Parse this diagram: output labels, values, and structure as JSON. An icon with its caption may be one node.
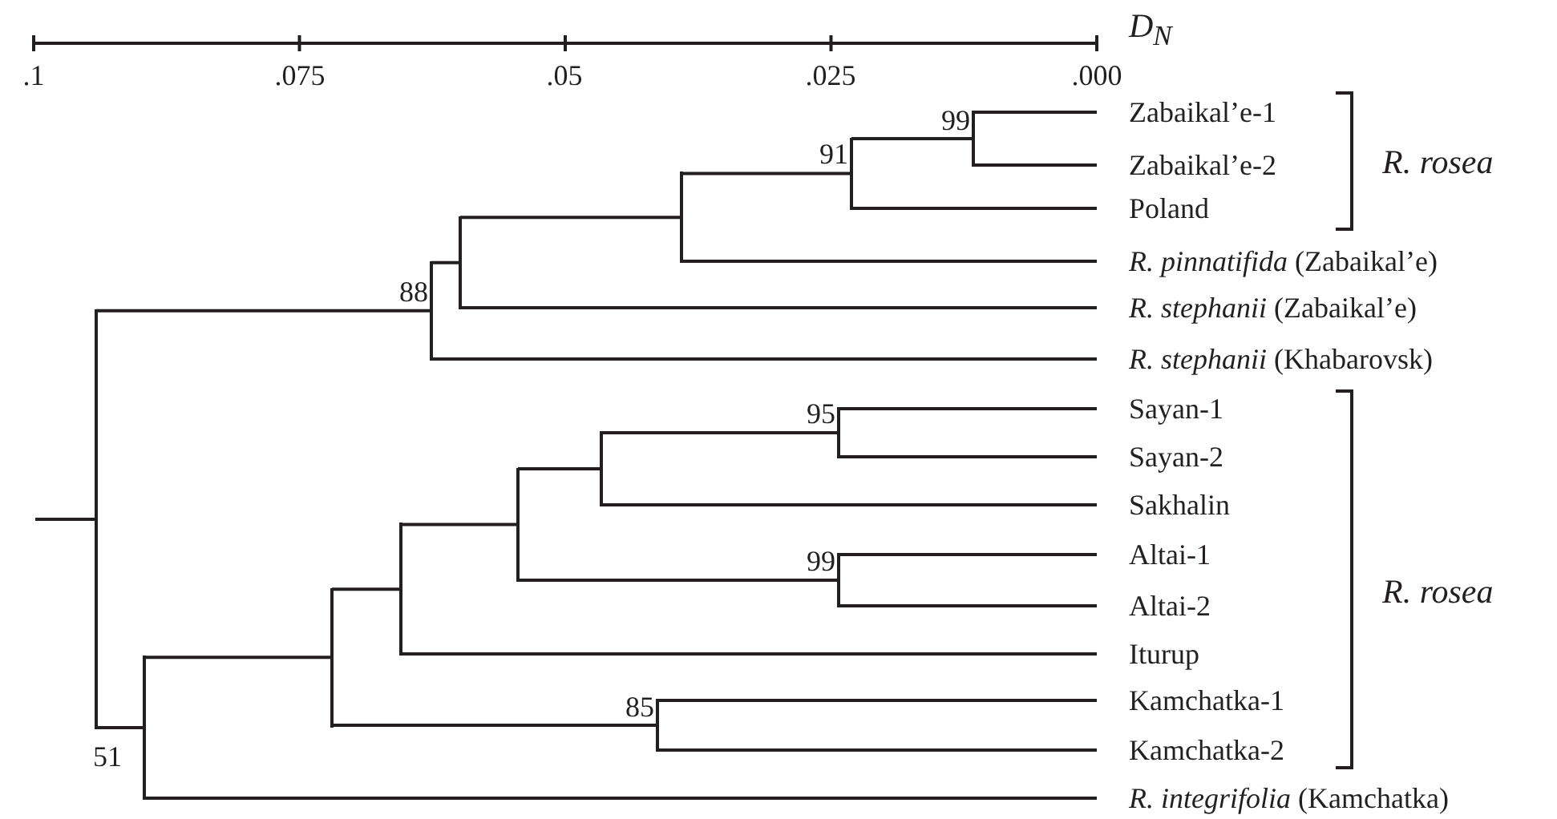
{
  "diagram": {
    "nodes": [
      {
        "text": [
          "Zabaikal’e-1"
        ]
      },
      {
        "text": [
          "Zabaikal’e-2"
        ]
      },
      {
        "text": [
          "Poland"
        ]
      },
      {
        "text": [
          "*R. pinnatifida* (Zabaikal’e)"
        ]
      },
      {
        "text": [
          "*R. stephanii* (Zabaikal’e)"
        ]
      },
      {
        "text": [
          "*R. stephanii* (Khabarovsk)"
        ]
      },
      {
        "text": [
          "Sayan-1"
        ]
      },
      {
        "text": [
          "Sayan-2"
        ]
      },
      {
        "text": [
          "Sakhalin"
        ]
      },
      {
        "text": [
          "Altai-1"
        ]
      },
      {
        "text": [
          "Altai-2"
        ]
      },
      {
        "text": [
          "Iturup"
        ]
      },
      {
        "text": [
          "Kamchatka-1"
        ]
      },
      {
        "text": [
          "Kamchatka-2"
        ]
      },
      {
        "text": [
          "*R. integrifolia* (Kamchatka)"
        ]
      },
      {
        "text": [],
        "shape": "bar",
        "beside": [
          "99"
        ]
      },
      {
        "text": [],
        "shape": "bar",
        "beside": [
          "91"
        ]
      },
      {
        "text": [],
        "shape": "bar"
      },
      {
        "text": [],
        "shape": "bar"
      },
      {
        "text": [],
        "shape": "bar",
        "beside": [
          "88"
        ]
      },
      {
        "text": [],
        "shape": "bar",
        "beside": [
          "95"
        ]
      },
      {
        "text": [],
        "shape": "bar"
      },
      {
        "text": [],
        "shape": "bar",
        "beside": [
          "99"
        ]
      },
      {
        "text": [],
        "shape": "bar"
      },
      {
        "text": [],
        "shape": "bar"
      },
      {
        "text": [],
        "shape": "bar",
        "beside": [
          "85"
        ]
      },
      {
        "text": [],
        "shape": "bar"
      },
      {
        "text": [],
        "shape": "bar",
        "beside": [
          "51"
        ]
      },
      {
        "text": [],
        "shape": "bar"
      }
    ],
    "edges": [
      {
        "from": 15,
        "to": 0,
        "arrow": "none"
      },
      {
        "from": 15,
        "to": 1,
        "arrow": "none"
      },
      {
        "from": 16,
        "to": 15,
        "arrow": "none"
      },
      {
        "from": 16,
        "to": 2,
        "arrow": "none"
      },
      {
        "from": 17,
        "to": 16,
        "arrow": "none"
      },
      {
        "from": 17,
        "to": 3,
        "arrow": "none"
      },
      {
        "from": 18,
        "to": 17,
        "arrow": "none"
      },
      {
        "from": 18,
        "to": 4,
        "arrow": "none"
      },
      {
        "from": 19,
        "to": 18,
        "arrow": "none"
      },
      {
        "from": 19,
        "to": 5,
        "arrow": "none"
      },
      {
        "from": 20,
        "to": 6,
        "arrow": "none"
      },
      {
        "from": 20,
        "to": 7,
        "arrow": "none"
      },
      {
        "from": 21,
        "to": 20,
        "arrow": "none"
      },
      {
        "from": 21,
        "to": 8,
        "arrow": "none"
      },
      {
        "from": 22,
        "to": 9,
        "arrow": "none"
      },
      {
        "from": 22,
        "to": 10,
        "arrow": "none"
      },
      {
        "from": 23,
        "to": 21,
        "arrow": "none"
      },
      {
        "from": 23,
        "to": 22,
        "arrow": "none"
      },
      {
        "from": 24,
        "to": 23,
        "arrow": "none"
      },
      {
        "from": 24,
        "to": 11,
        "arrow": "none"
      },
      {
        "from": 25,
        "to": 12,
        "arrow": "none"
      },
      {
        "from": 25,
        "to": 13,
        "arrow": "none"
      },
      {
        "from": 26,
        "to": 24,
        "arrow": "none"
      },
      {
        "from": 26,
        "to": 25,
        "arrow": "none"
      },
      {
        "from": 27,
        "to": 26,
        "arrow": "none"
      },
      {
        "from": 27,
        "to": 14,
        "arrow": "none"
      },
      {
        "from": 28,
        "to": 19,
        "arrow": "none"
      },
      {
        "from": 28,
        "to": 27,
        "arrow": "none"
      },
      {
        "from": null,
        "to": 28,
        "arrow": "none"
      }
    ],
    "labels": [
      ".1",
      ".075",
      ".05",
      ".025",
      ".000",
      "D$_{N}$",
      "R. rosea",
      "R. rosea"
    ]
  }
}
